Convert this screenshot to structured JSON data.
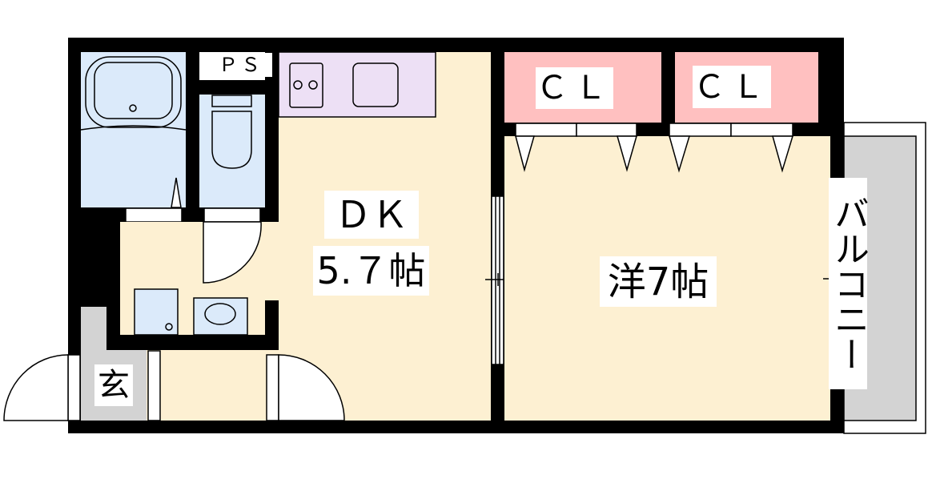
{
  "floorplan": {
    "rooms": {
      "ps": "ＰＳ",
      "dk_name": "ＤＫ",
      "dk_size": "5.７帖",
      "western": "洋7帖",
      "closet_1": "ＣＬ",
      "closet_2": "ＣＬ",
      "balcony": "バルコニー",
      "entrance": "玄"
    },
    "colors": {
      "wall": "#000000",
      "floor": "#fdf0d2",
      "wet_area": "#dbeafa",
      "kitchen": "#ede0f5",
      "closet": "#ffc0c0",
      "entrance_balcony": "#d3d3d3"
    }
  }
}
